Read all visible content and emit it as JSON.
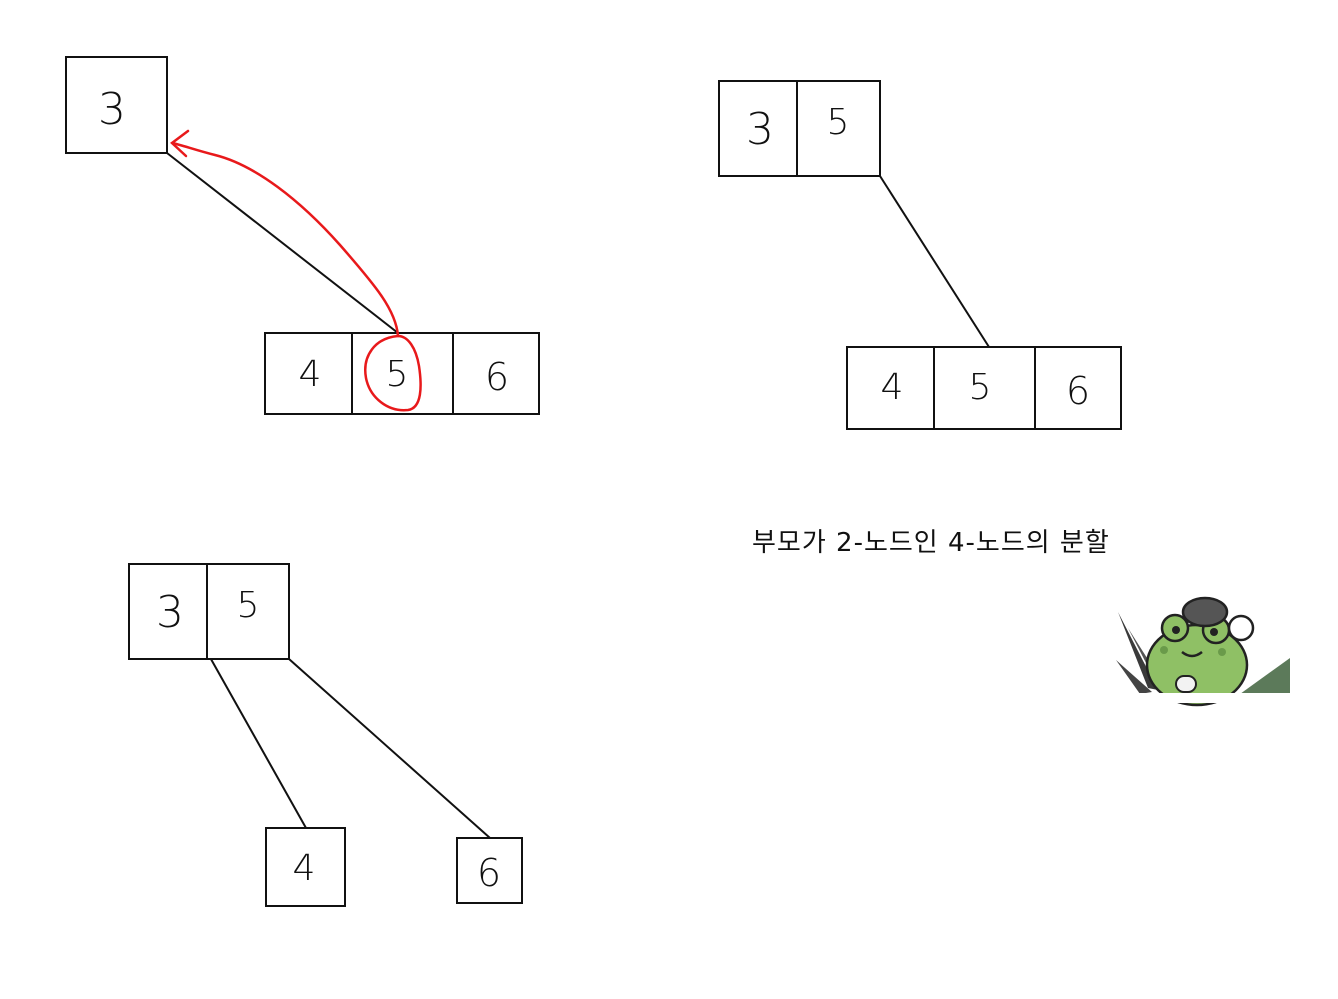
{
  "diagram": {
    "caption": "부모가  2-노드인  4-노드의  분할",
    "highlight_color": "#e8191b",
    "frog_color": "#8fc065",
    "panels": [
      {
        "id": "before-split",
        "parent": [
          "3"
        ],
        "child": [
          "4",
          "5",
          "6"
        ],
        "promoted_key": "5"
      },
      {
        "id": "after-promote",
        "parent": [
          "3",
          "5"
        ],
        "child": [
          "4",
          "5",
          "6"
        ]
      },
      {
        "id": "after-split",
        "parent": [
          "3",
          "5"
        ],
        "children": [
          [
            "4"
          ],
          [
            "6"
          ]
        ]
      }
    ]
  }
}
